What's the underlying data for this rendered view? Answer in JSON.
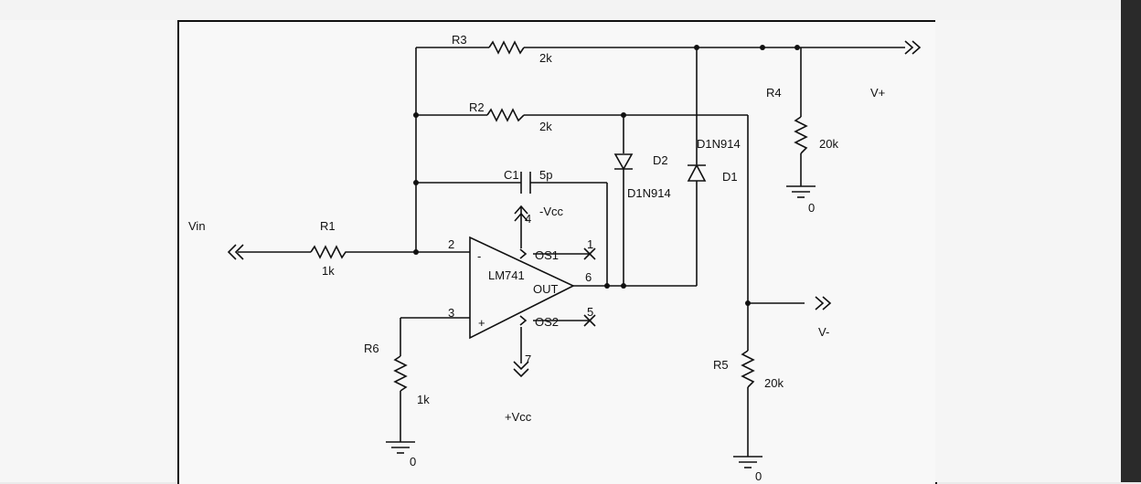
{
  "components": {
    "opamp": {
      "name": "LM741",
      "pin_minus": "-",
      "pin_plus": "+",
      "out": "OUT",
      "os1": "OS1",
      "os2": "OS2",
      "pin2": "2",
      "pin3": "3",
      "pin6": "6",
      "pin1": "1",
      "pin5": "5",
      "pin4": "4",
      "pin7": "7"
    },
    "r1": {
      "ref": "R1",
      "value": "1k"
    },
    "r2": {
      "ref": "R2",
      "value": "2k"
    },
    "r3": {
      "ref": "R3",
      "value": "2k"
    },
    "r4": {
      "ref": "R4",
      "value": "20k"
    },
    "r5": {
      "ref": "R5",
      "value": "20k"
    },
    "r6": {
      "ref": "R6",
      "value": "1k"
    },
    "c1": {
      "ref": "C1",
      "value": "5p"
    },
    "d1": {
      "ref": "D1",
      "model": "D1N914"
    },
    "d2": {
      "ref": "D2",
      "model": "D1N914"
    }
  },
  "nets": {
    "vin": "Vin",
    "vplus": "V+",
    "vminus": "V-",
    "neg_supply": "-Vcc",
    "pos_supply": "+Vcc",
    "ground": "0"
  }
}
